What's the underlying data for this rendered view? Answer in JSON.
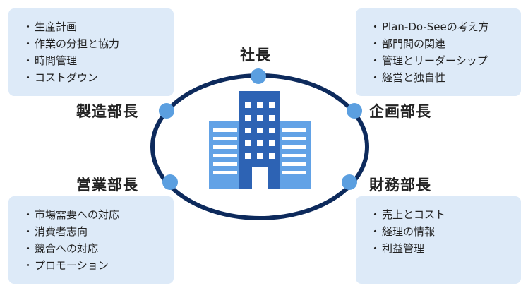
{
  "center": {
    "label": "社長"
  },
  "roles": {
    "top_left": "製造部長",
    "top_right": "企画部長",
    "bottom_left": "営業部長",
    "bottom_right": "財務部長"
  },
  "boxes": {
    "top_left": [
      "生産計画",
      "作業の分担と協力",
      "時間管理",
      "コストダウン"
    ],
    "top_right": [
      "Plan-Do-Seeの考え方",
      "部門間の関連",
      "管理とリーダーシップ",
      "経営と独自性"
    ],
    "bottom_left": [
      "市場需要への対応",
      "消費者志向",
      "競合への対応",
      "プロモーション"
    ],
    "bottom_right": [
      "売上とコスト",
      "経理の情報",
      "利益管理"
    ]
  },
  "colors": {
    "ellipse_stroke": "#0d2a5c",
    "node_fill": "#5b9fe0",
    "box_fill": "#ddeaf8",
    "building_main": "#2d63b4",
    "building_side": "#62a2e6"
  },
  "icon": "office-building-icon"
}
